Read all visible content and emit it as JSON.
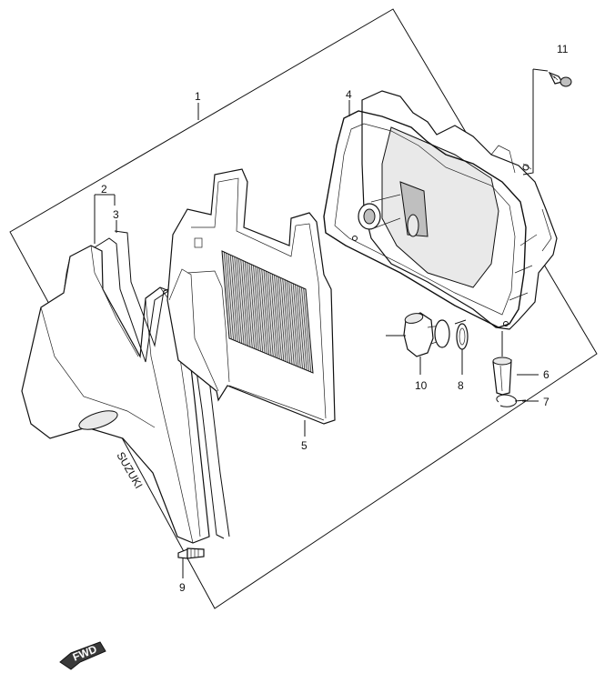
{
  "diagram": {
    "callouts": {
      "c1": "1",
      "c2": "2",
      "c3": "3",
      "c4": "4",
      "c5": "5",
      "c6": "6",
      "c7": "7",
      "c8": "8",
      "c9": "9",
      "c10": "10",
      "c11": "11"
    },
    "brand_mark": "SUZUKI",
    "direction_badge": "FWD"
  }
}
